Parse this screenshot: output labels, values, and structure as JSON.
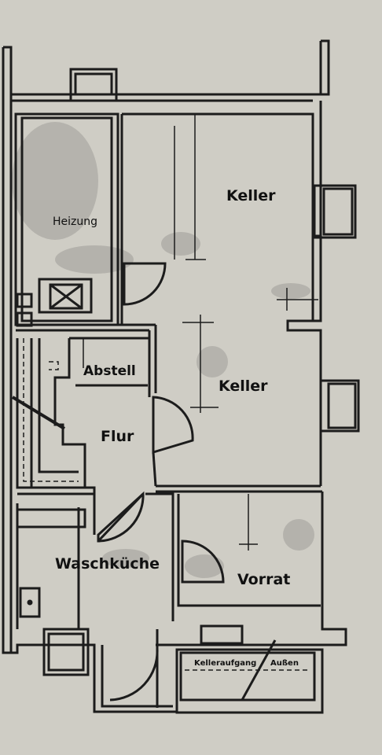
{
  "diagram": {
    "rooms": {
      "keller_top": "Keller",
      "keller_bottom": "Keller",
      "heizung": "Heizung",
      "abstell": "Abstell",
      "flur": "Flur",
      "waschkueche": "Waschküche",
      "vorrat": "Vorrat",
      "kelleraufgang": "Kelleraufgang",
      "aussen": "Außen"
    },
    "colors": {
      "paper": "#cfcdc5",
      "wall": "#1c1c1c",
      "stain": "#a9a7a1"
    }
  }
}
